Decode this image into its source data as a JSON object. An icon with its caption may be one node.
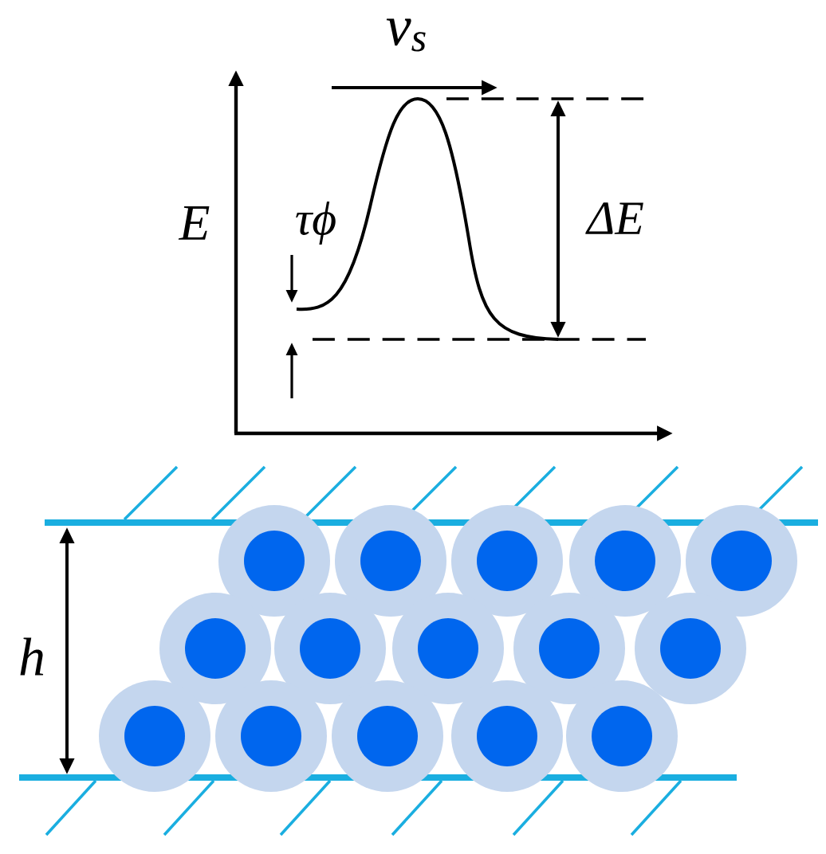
{
  "diagram": {
    "labels": [
      "v$_{s}$",
      "E",
      "τϕ",
      "ΔE",
      "h"
    ]
  }
}
